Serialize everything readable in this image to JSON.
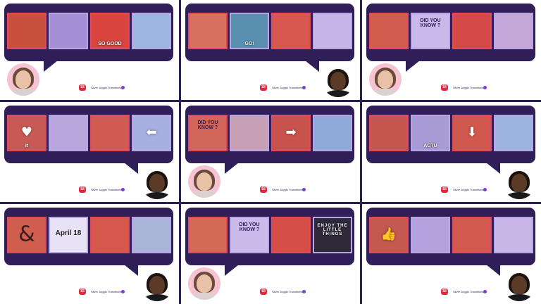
{
  "brand": {
    "logo_mark": "SI",
    "logo_text": "Silver Jugglo Transitions"
  },
  "colors": {
    "background": "#2c1f52",
    "bubble": "#2f1e57",
    "border_red": "#e14b5b",
    "border_violet": "#b9a4e6",
    "avatar_pink": "#f6c3d2"
  },
  "panels": [
    {
      "presenter": "woman",
      "thumbs": [
        {
          "icon": "man-portrait-icon",
          "label": "",
          "glyph": "",
          "fill": "#c9503e",
          "border": "red"
        },
        {
          "icon": "woman-jumping-icon",
          "label": "",
          "glyph": "",
          "fill": "#a58fd4",
          "border": "violet"
        },
        {
          "icon": "so-good-sign-icon",
          "label": "SO GOOD",
          "glyph": "",
          "fill": "#d9443f",
          "border": "red"
        },
        {
          "icon": "travel-flag-icon",
          "label": "",
          "glyph": "",
          "fill": "#9fb6e2",
          "border": "violet"
        }
      ]
    },
    {
      "presenter": "man",
      "thumbs": [
        {
          "icon": "man-thinking-icon",
          "label": "",
          "glyph": "",
          "fill": "#d8705f",
          "border": "red"
        },
        {
          "icon": "go-arrow-icon",
          "label": "GO!",
          "glyph": "",
          "fill": "#5b8fb0",
          "border": "violet"
        },
        {
          "icon": "opera-house-icon",
          "label": "",
          "glyph": "",
          "fill": "#d7584e",
          "border": "red"
        },
        {
          "icon": "woman-portrait-icon",
          "label": "",
          "glyph": "",
          "fill": "#c8b4e8",
          "border": "violet"
        }
      ]
    },
    {
      "presenter": "woman",
      "thumbs": [
        {
          "icon": "surprised-man-icon",
          "label": "",
          "glyph": "",
          "fill": "#d05f4f",
          "border": "red"
        },
        {
          "icon": "did-you-know-icon",
          "label": "DID YOU KNOW ?",
          "glyph": "",
          "fill": "#c9b8ea",
          "border": "violet"
        },
        {
          "icon": "pointing-hand-icon",
          "label": "",
          "glyph": "",
          "fill": "#d54a48",
          "border": "red"
        },
        {
          "icon": "smiling-woman-icon",
          "label": "",
          "glyph": "",
          "fill": "#c4a6d8",
          "border": "violet"
        }
      ]
    },
    {
      "presenter": "man",
      "thumbs": [
        {
          "icon": "heart-sign-icon",
          "label": "It",
          "glyph": "♥",
          "fill": "#c85a55",
          "border": "red"
        },
        {
          "icon": "friends-group-icon",
          "label": "",
          "glyph": "",
          "fill": "#b8a6dc",
          "border": "violet"
        },
        {
          "icon": "opera-house-icon",
          "label": "",
          "glyph": "",
          "fill": "#d05b52",
          "border": "red"
        },
        {
          "icon": "green-arrow-icon",
          "label": "",
          "glyph": "⬅",
          "fill": "#a7b0e0",
          "border": "violet"
        }
      ]
    },
    {
      "presenter": "woman",
      "thumbs": [
        {
          "icon": "did-you-know-icon",
          "label": "DID YOU KNOW ?",
          "glyph": "",
          "fill": "#d2665b",
          "border": "red"
        },
        {
          "icon": "pointing-hand-icon",
          "label": "",
          "glyph": "",
          "fill": "#c8a0b6",
          "border": "violet"
        },
        {
          "icon": "arrow-sign-icon",
          "label": "",
          "glyph": "➡",
          "fill": "#c7534c",
          "border": "red"
        },
        {
          "icon": "whale-icon",
          "label": "",
          "glyph": "",
          "fill": "#8fa9d8",
          "border": "violet"
        }
      ]
    },
    {
      "presenter": "man",
      "thumbs": [
        {
          "icon": "man-smiling-icon",
          "label": "",
          "glyph": "",
          "fill": "#c65750",
          "border": "red"
        },
        {
          "icon": "actu-couple-icon",
          "label": "ACTU",
          "glyph": "",
          "fill": "#a99bd6",
          "border": "violet"
        },
        {
          "icon": "download-icon",
          "label": "",
          "glyph": "⬇",
          "fill": "#d0584c",
          "border": "red"
        },
        {
          "icon": "pool-icon",
          "label": "",
          "glyph": "",
          "fill": "#9db4e0",
          "border": "violet"
        }
      ]
    },
    {
      "presenter": "man",
      "thumbs": [
        {
          "icon": "ampersand-icon",
          "label": "",
          "glyph": "&",
          "fill": "#cf5e4f",
          "border": "red"
        },
        {
          "icon": "calendar-icon",
          "label": "April 18",
          "glyph": "",
          "fill": "#e7e2f5",
          "border": "violet"
        },
        {
          "icon": "selfie-couple-icon",
          "label": "",
          "glyph": "",
          "fill": "#d6574b",
          "border": "red"
        },
        {
          "icon": "harbour-bridge-icon",
          "label": "",
          "glyph": "",
          "fill": "#aab4d8",
          "border": "violet"
        }
      ]
    },
    {
      "presenter": "woman",
      "thumbs": [
        {
          "icon": "goggles-man-icon",
          "label": "",
          "glyph": "",
          "fill": "#d36a55",
          "border": "red"
        },
        {
          "icon": "did-you-know-icon",
          "label": "DID YOU KNOW ?",
          "glyph": "",
          "fill": "#cbbbea",
          "border": "violet"
        },
        {
          "icon": "pointing-hand-icon",
          "label": "",
          "glyph": "",
          "fill": "#d64e46",
          "border": "red"
        },
        {
          "icon": "lightbox-icon",
          "label": "ENJOY THE LITTLE THINGS",
          "glyph": "",
          "fill": "#2e2a3a",
          "border": "violet"
        }
      ]
    },
    {
      "presenter": "man",
      "thumbs": [
        {
          "icon": "thumbs-up-icon",
          "label": "",
          "glyph": "👍",
          "fill": "#c45a4f",
          "border": "red"
        },
        {
          "icon": "woman-portrait-icon",
          "label": "",
          "glyph": "",
          "fill": "#b3a2dd",
          "border": "violet"
        },
        {
          "icon": "dancers-icon",
          "label": "",
          "glyph": "",
          "fill": "#d2594e",
          "border": "red"
        },
        {
          "icon": "friends-group-icon",
          "label": "",
          "glyph": "",
          "fill": "#c9b5e6",
          "border": "violet"
        }
      ]
    }
  ]
}
